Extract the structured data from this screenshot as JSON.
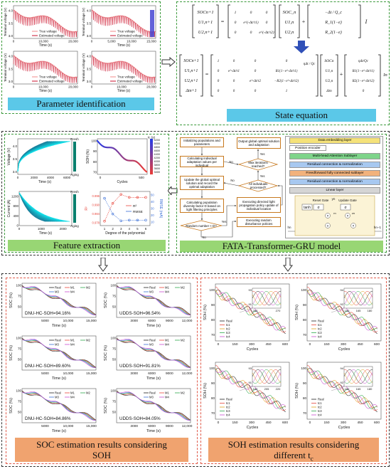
{
  "sections": {
    "param_id": "Parameter identification",
    "state_eq": "State equation",
    "feature": "Feature extraction",
    "model": "FATA-Transformer-GRU model",
    "soc": "SOC estimation results considering SOH",
    "soc_line1": "SOC estimation results considering",
    "soc_line2": "SOH",
    "soh_line1": "SOH estimation results considering",
    "soh_line2": "different t",
    "soh_sub": "c"
  },
  "param_plots": {
    "ylabel": "Terminal voltage (V)",
    "xlabel": "Time (s)",
    "legend_true": "True voltage",
    "legend_est": "Estimated voltage",
    "plots": [
      {
        "xticks": [
          "0",
          "10,000",
          "20,000"
        ]
      },
      {
        "xticks": [
          "0",
          "5,000",
          "10,000",
          "15,000"
        ]
      },
      {
        "xticks": [
          "0",
          "10,000",
          "20,000"
        ]
      },
      {
        "xticks": [
          "0",
          "10,000",
          "20,000"
        ]
      }
    ],
    "yticks": [
      "3.0",
      "3.5",
      "4.0"
    ]
  },
  "state_eq": {
    "eq1_lhs": [
      "SOC_{n+1}",
      "U_{1,n+1}",
      "U_{2,n+1}"
    ],
    "eq1_matrix": [
      [
        "1",
        "0",
        "0"
      ],
      [
        "0",
        "e^{-Δt/τ1}",
        "0"
      ],
      [
        "0",
        "0",
        "e^{-Δt/τ2}"
      ]
    ],
    "eq1_state": [
      "SOC_n",
      "U_{1,n}",
      "U_{2,n}"
    ],
    "eq1_input": [
      "−Δt / Q_c",
      "R_1(1−e^{-Δt/τ1})",
      "R_2(1−e^{-Δt/τ2})"
    ],
    "eq1_tail": "I",
    "eq2_lhs": [
      "SOC_{n+1}",
      "U_{1,n+1}",
      "U_{2,n+1}",
      "Δt_{n+1}"
    ],
    "eq2_tail": "I_n"
  },
  "feature": {
    "voltage": {
      "ylabel": "Voltage (V)",
      "xlabel": "Time (s)",
      "xticks": [
        "0",
        "2000",
        "4000",
        "6000"
      ],
      "yticks": [
        "3.0",
        "3.5",
        "4.0"
      ],
      "fresh": "Fresh",
      "aging": "Aging"
    },
    "soh": {
      "ylabel": "SOH (%)",
      "xlabel": "Cycles",
      "xticks": [
        "0",
        "500"
      ],
      "yticks": [
        "70",
        "80",
        "90",
        "100"
      ],
      "cbar_title": "t_c (s)",
      "cbar": [
        "5200",
        "5000",
        "4800",
        "4600",
        "4400",
        "4200",
        "4000",
        "3800",
        "3600",
        "3400"
      ]
    },
    "current": {
      "ylabel": "Current (A)",
      "xlabel": "Time (s)",
      "xticks": [
        "0",
        "1000",
        "2000"
      ],
      "yticks": [
        "0",
        "400",
        "800",
        "1200"
      ],
      "fresh": "Fresh",
      "aging": "Aging"
    },
    "r2": {
      "ylabel_left": "R²",
      "ylabel_right": "RMSE (mA)",
      "xlabel": "Degree of the polynomial",
      "xticks": [
        "1",
        "2",
        "3",
        "4",
        "5",
        "6"
      ],
      "yticks_left": [
        "0.978",
        "0.984",
        "0.990",
        "0.996"
      ],
      "yticks_right": [
        "10",
        "20",
        "30",
        "40",
        "50"
      ],
      "legend_r2": "R²",
      "legend_rmse": "RMSE"
    }
  },
  "flow": {
    "init": "Initializing populations and parameters",
    "calc_adapt": "Calculating individual adaptation values per individual",
    "update_global": "Update the global optimal solution and record the optimal adaptation",
    "calc_div": "Calculating population diversity factor D based on light filtering principles",
    "random": "Random number < D?",
    "output": "Output global optimal solution and adaptation",
    "max_iter": "Max iterations reached?",
    "all_ind": "All individuals processed?",
    "exec_light": "Executing directed light propagation policy update of individual location",
    "exec_random": "Executing random disturbance policies",
    "yes": "Yes",
    "no": "No"
  },
  "transformer": {
    "embed": "Data embedding layer",
    "pos": "Position encoder",
    "mha": "Multi-head Attention Sublayer",
    "res1": "Residual connection & normalization",
    "ffn": "Freedforward fully connected sublayer",
    "res2": "Residual connection & normalization",
    "linear": "Linear layer",
    "reset": "Reset Gate",
    "update": "Update Gate",
    "tanh": "tanh",
    "sigma": "σ",
    "yn": "y_n",
    "hn": "h_n",
    "hn1": "h_{n−1}",
    "rn": "r_n",
    "zn": "z_n"
  },
  "soc_results": {
    "ylabel": "SOC (%)",
    "xlabel": "Time (s)",
    "yticks": [
      "50",
      "75",
      "100"
    ],
    "legend": [
      "Real",
      "M1",
      "M2",
      "M3",
      "M4"
    ],
    "plots": [
      {
        "title": "DNU-HC-SOH=94.16%",
        "xticks": [
          "5000",
          "10,000",
          "15,000"
        ]
      },
      {
        "title": "UDDS-SOH=96.54%",
        "xticks": [
          "3000",
          "6000",
          "9000",
          "12,000"
        ]
      },
      {
        "title": "DNU-HC-SOH=89.60%",
        "xticks": [
          "5000",
          "10,000",
          "15,000"
        ]
      },
      {
        "title": "UDDS-SOH=91.81%",
        "xticks": [
          "3000",
          "6000",
          "9000",
          "12,000"
        ]
      },
      {
        "title": "DNU-HC-SOH=84.86%",
        "xticks": [
          "5000",
          "10,000",
          "15,000"
        ]
      },
      {
        "title": "UDDS-SOH=84.05%",
        "xticks": [
          "3000",
          "6000",
          "9000",
          "12,000"
        ]
      }
    ]
  },
  "soh_results": {
    "ylabel": "SOH (%)",
    "xlabel": "Cycles",
    "xticks": [
      "0",
      "150",
      "300",
      "450",
      "600"
    ],
    "yticks": [
      "70",
      "80",
      "90",
      "100"
    ],
    "legend": [
      "Real",
      "t_c1",
      "t_c2",
      "t_c3",
      "t_c4"
    ],
    "insets": [
      {
        "ticks": [
          "250",
          "270"
        ],
        "yticks": [
          "91",
          "93"
        ]
      },
      {
        "ticks": [
          "150",
          "165",
          "180"
        ],
        "yticks": [
          "92",
          "94"
        ]
      },
      {
        "ticks": [
          "190",
          "205",
          "220"
        ],
        "yticks": [
          "91",
          "93"
        ]
      },
      {
        "ticks": [
          "150",
          "165",
          "180"
        ],
        "yticks": [
          "92",
          "94"
        ]
      }
    ]
  },
  "colors": {
    "real": "#222222",
    "m1": "#e8463c",
    "m2": "#2fa84f",
    "m3": "#3b6fd6",
    "m4": "#c94fd1",
    "tc1": "#e0a020",
    "accent_blue": "#5bc8e8",
    "accent_green": "#98d674",
    "accent_orange": "#f0a36f"
  }
}
